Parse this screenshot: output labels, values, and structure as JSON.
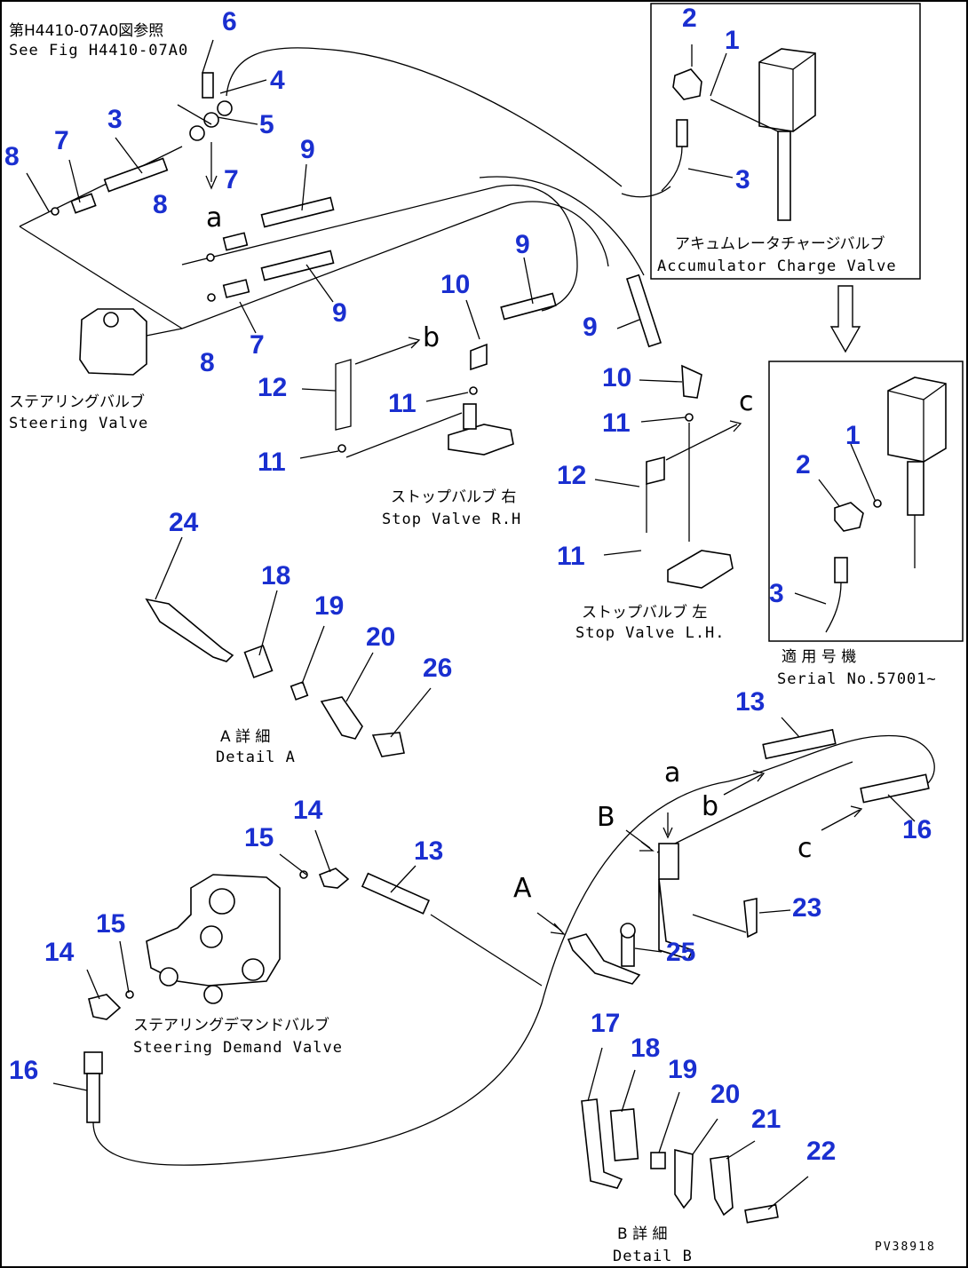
{
  "labels": {
    "see_fig_jp": "第H4410-07A0図参照",
    "see_fig_en": "See Fig H4410-07A0",
    "accum_jp": "アキュムレータチャージバルブ",
    "accum_en": "Accumulator Charge Valve",
    "steer_jp": "ステアリングバルブ",
    "steer_en": "Steering Valve",
    "stop_rh_jp": "ストップバルブ 右",
    "stop_rh_en": "Stop Valve R.H",
    "stop_lh_jp": "ストップバルブ 左",
    "stop_lh_en": "Stop Valve L.H.",
    "detail_a_jp": "A 詳 細",
    "detail_a_en": "Detail A",
    "serial_jp": "適 用 号 機",
    "serial_en": "Serial No.57001~",
    "demand_jp": "ステアリングデマンドバルブ",
    "demand_en": "Steering Demand Valve",
    "detail_b_jp": "B 詳 細",
    "detail_b_en": "Detail B",
    "code": "PV38918"
  },
  "letters": {
    "a1": "a",
    "b1": "b",
    "c1": "c",
    "a2": "a",
    "b2": "b",
    "c2": "c",
    "A": "A",
    "B": "B"
  },
  "parts": {
    "p1a": "1",
    "p2a": "2",
    "p3a": "3",
    "p1b": "1",
    "p2b": "2",
    "p3b": "3",
    "p3": "3",
    "p4": "4",
    "p5": "5",
    "p6": "6",
    "p7a": "7",
    "p7b": "7",
    "p7c": "7",
    "p8a": "8",
    "p8b": "8",
    "p8c": "8",
    "p9a": "9",
    "p9b": "9",
    "p9c": "9",
    "p9d": "9",
    "p10a": "10",
    "p10b": "10",
    "p11a": "11",
    "p11b": "11",
    "p11c": "11",
    "p11d": "11",
    "p12a": "12",
    "p12b": "12",
    "p13a": "13",
    "p13b": "13",
    "p14a": "14",
    "p14b": "14",
    "p15a": "15",
    "p15b": "15",
    "p16a": "16",
    "p16b": "16",
    "p17": "17",
    "p18a": "18",
    "p18b": "18",
    "p19a": "19",
    "p19b": "19",
    "p20a": "20",
    "p20b": "20",
    "p21": "21",
    "p22": "22",
    "p23": "23",
    "p24": "24",
    "p25": "25",
    "p26": "26"
  }
}
